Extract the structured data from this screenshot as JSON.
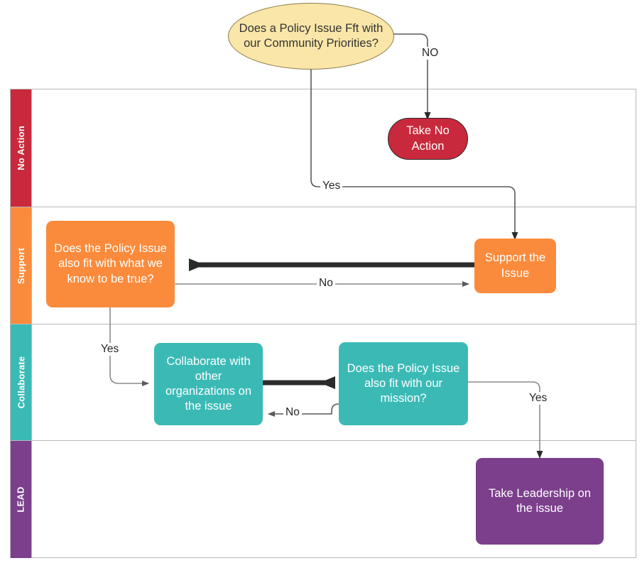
{
  "diagram": {
    "title": "Policy Issue Decision Swimlane",
    "type": "swimlane-flowchart"
  },
  "lanes": [
    {
      "id": "no-action",
      "label": "No Action",
      "color": "#c8293c"
    },
    {
      "id": "support",
      "label": "Support",
      "color": "#fb8b3c"
    },
    {
      "id": "collaborate",
      "label": "Collaborate",
      "color": "#3bbab5"
    },
    {
      "id": "lead",
      "label": "LEAD",
      "color": "#7b3f8c"
    }
  ],
  "nodes": {
    "start_decision": {
      "text": "Does a Policy Issue Fft with our Community Priorities?",
      "shape": "ellipse",
      "color": "#fae6a8",
      "lane": "start"
    },
    "take_no_action": {
      "text": "Take No Action",
      "shape": "pill",
      "color": "#c8293c",
      "lane": "no-action"
    },
    "support_issue": {
      "text": "Support the Issue",
      "shape": "rounded",
      "color": "#fb8b3c",
      "lane": "support"
    },
    "know_to_be_true": {
      "text": "Does the Policy Issue also fit with what we know to be true?",
      "shape": "rounded",
      "color": "#fb8b3c",
      "lane": "support"
    },
    "collaborate_orgs": {
      "text": "Collaborate with other organizations on the issue",
      "shape": "rounded",
      "color": "#3bbab5",
      "lane": "collaborate"
    },
    "fit_our_mission": {
      "text": "Does the Policy Issue also fit with our mission?",
      "shape": "rounded",
      "color": "#3bbab5",
      "lane": "collaborate"
    },
    "take_leadership": {
      "text": "Take Leadership on the issue",
      "shape": "rounded",
      "color": "#7b3f8c",
      "lane": "lead"
    }
  },
  "edge_labels": {
    "no_from_start": "NO",
    "yes_from_start": "Yes",
    "no_support_to_true": "No",
    "yes_true_to_collaborate": "Yes",
    "no_mission_to_collaborate": "No",
    "yes_mission_to_lead": "Yes"
  }
}
